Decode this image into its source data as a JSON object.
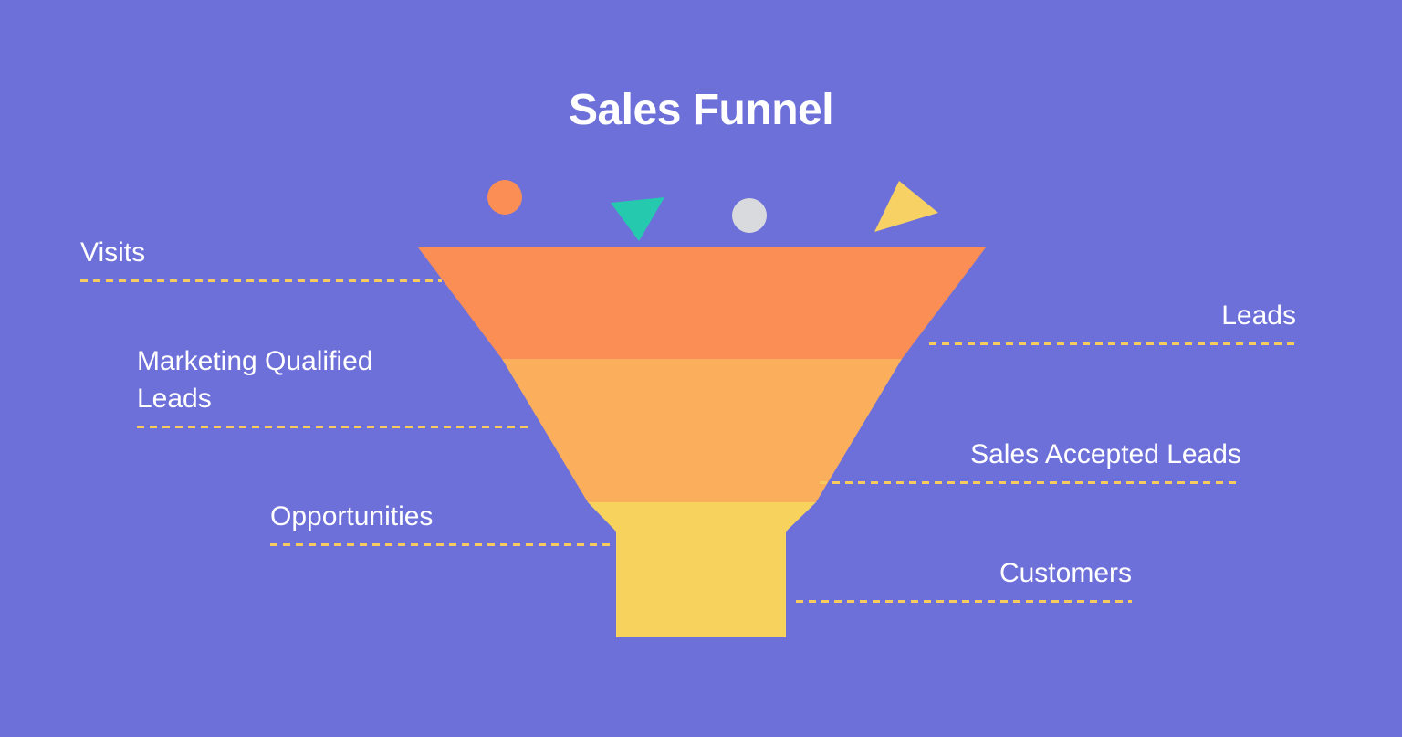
{
  "title": "Sales Funnel",
  "colors": {
    "background": "#6e70d9",
    "stage_top": "#fb8e55",
    "stage_middle": "#fbaf5d",
    "stage_bottom": "#f7d35e",
    "dash": "#f7cb5e",
    "title_text": "#ffffff",
    "label_text": "#ffffff",
    "deco_orange": "#fb8e55",
    "deco_teal": "#25c9ae",
    "deco_gray": "#d9dade",
    "deco_yellow": "#f7d164"
  },
  "decorations": [
    {
      "name": "circle-orange",
      "shape": "circle",
      "color": "#fb8e55"
    },
    {
      "name": "triangle-teal",
      "shape": "triangle-down",
      "color": "#25c9ae"
    },
    {
      "name": "circle-gray",
      "shape": "circle",
      "color": "#d9dade"
    },
    {
      "name": "triangle-yellow",
      "shape": "triangle-right",
      "color": "#f7d164"
    }
  ],
  "labels": {
    "left": [
      {
        "key": "visits",
        "text": "Visits"
      },
      {
        "key": "mql",
        "text": "Marketing Qualified\nLeads"
      },
      {
        "key": "opportunities",
        "text": "Opportunities"
      }
    ],
    "right": [
      {
        "key": "leads",
        "text": "Leads"
      },
      {
        "key": "sal",
        "text": "Sales Accepted Leads"
      },
      {
        "key": "customers",
        "text": "Customers"
      }
    ]
  },
  "chart_data": {
    "type": "funnel",
    "title": "Sales Funnel",
    "orientation": "vertical",
    "stages": [
      {
        "label": "Visits",
        "side": "left",
        "band": "top",
        "color": "#fb8e55"
      },
      {
        "label": "Leads",
        "side": "right",
        "band": "top",
        "color": "#fb8e55"
      },
      {
        "label": "Marketing Qualified Leads",
        "side": "left",
        "band": "middle",
        "color": "#fbaf5d"
      },
      {
        "label": "Sales Accepted Leads",
        "side": "right",
        "band": "middle",
        "color": "#fbaf5d"
      },
      {
        "label": "Opportunities",
        "side": "left",
        "band": "bottom",
        "color": "#f7d35e"
      },
      {
        "label": "Customers",
        "side": "right",
        "band": "bottom",
        "color": "#f7d35e"
      }
    ],
    "bands": [
      {
        "name": "top",
        "color": "#fb8e55",
        "top_width": 622,
        "bottom_width": 438
      },
      {
        "name": "middle",
        "color": "#fbaf5d",
        "top_width": 438,
        "bottom_width": 250
      },
      {
        "name": "bottom",
        "color": "#f7d35e",
        "top_width": 250,
        "bottom_width": 186
      }
    ],
    "legend": "none",
    "grid": false
  }
}
